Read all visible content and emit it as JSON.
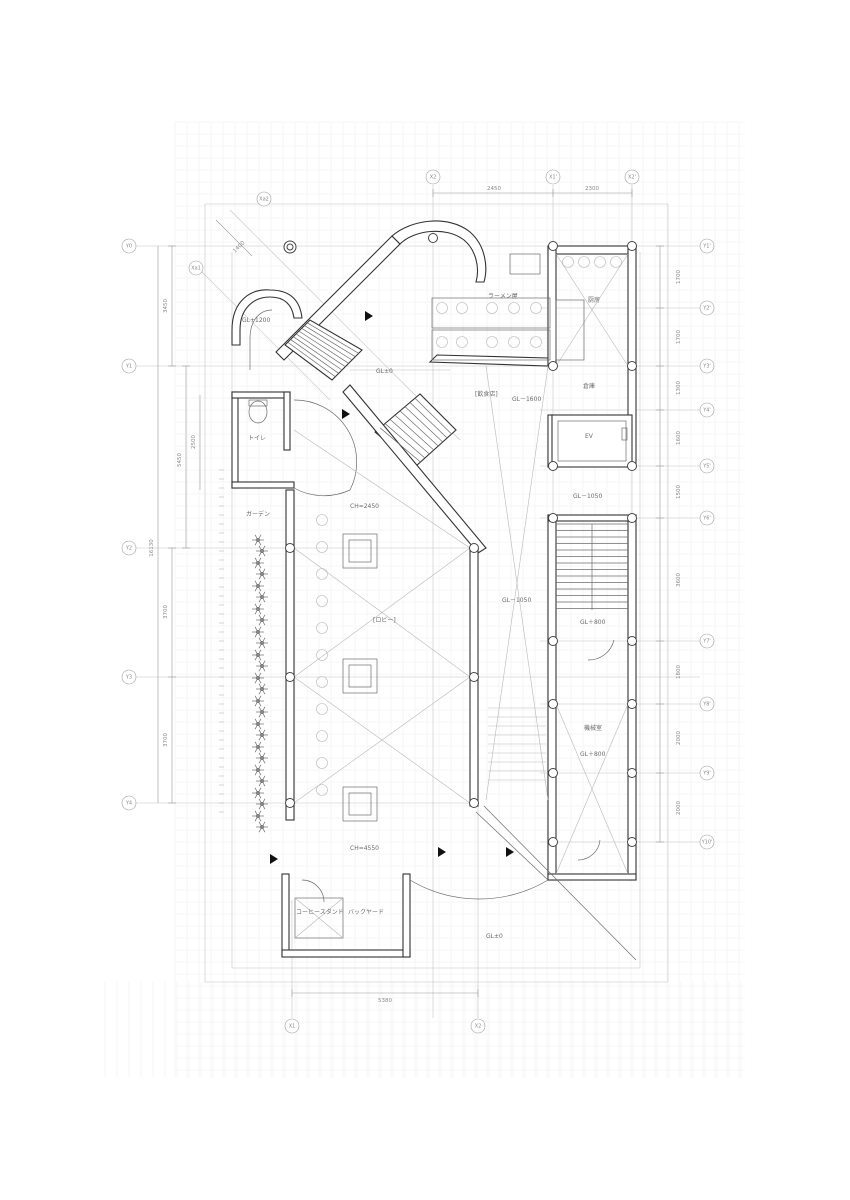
{
  "grid_axes": {
    "top": [
      "X2",
      "X1'",
      "X2'"
    ],
    "bottom": [
      "X1",
      "X2"
    ],
    "left": [
      "Y0",
      "Y1",
      "Y2",
      "Y3",
      "Y4"
    ],
    "right": [
      "Y1'",
      "Y2'",
      "Y3'",
      "Y4'",
      "Y5'",
      "Y6'",
      "Y7'",
      "Y8'",
      "Y9'",
      "Y10'"
    ],
    "diagonal": [
      "Xa2",
      "Xa1"
    ]
  },
  "dimensions": {
    "top": [
      "2450",
      "2300"
    ],
    "bottom": [
      "5380"
    ],
    "left": [
      "3450",
      "5450",
      "2500",
      "16130",
      "3700",
      "3700"
    ],
    "right": [
      "1700",
      "1700",
      "1300",
      "1600",
      "1500",
      "3600",
      "1800",
      "2000",
      "2000"
    ],
    "diagonal": "1400"
  },
  "rooms": {
    "ramen": "ラーメン屋",
    "kitchen": "厨房",
    "storage": "倉庫",
    "seating": "[飲食店]",
    "seating_level": "GL－1600",
    "ev": "EV",
    "level_1050_a": "GL－1050",
    "level_1050_b": "GL－1050",
    "level_1200": "GL+1200",
    "level_0_top": "GL±0",
    "toilet": "トイレ",
    "garden": "ガーデン",
    "ch_2450": "CH=2450",
    "lobby": "[ロビー]",
    "level_800_a": "GL＋800",
    "level_800_b": "GL＋800",
    "machine": "機械室",
    "ch_4550": "CH=4550",
    "coffee": "コーヒースタンド",
    "backyard": "バックヤード",
    "level_0_bottom": "GL±0"
  }
}
